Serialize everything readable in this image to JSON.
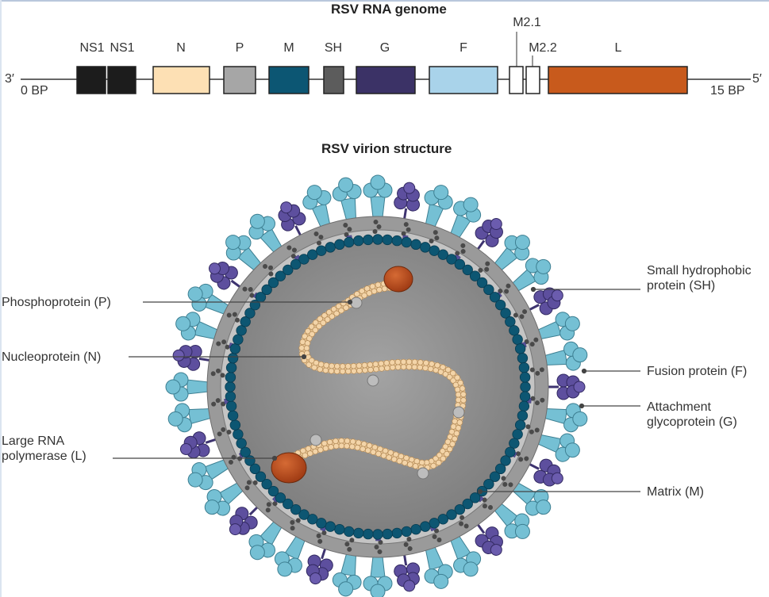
{
  "genome": {
    "title": "RSV RNA genome",
    "end_left": "3′",
    "end_right": "5′",
    "start_bp": "0 BP",
    "end_bp": "15 BP",
    "genes": [
      {
        "label": "NS1",
        "color": "#1c1c1c"
      },
      {
        "label": "NS1",
        "color": "#1c1c1c"
      },
      {
        "label": "N",
        "color": "#fde0b4"
      },
      {
        "label": "P",
        "color": "#a6a6a6"
      },
      {
        "label": "M",
        "color": "#0c5673"
      },
      {
        "label": "SH",
        "color": "#5c5c5c"
      },
      {
        "label": "G",
        "color": "#3b3266"
      },
      {
        "label": "F",
        "color": "#a9d3ea"
      },
      {
        "label": "M2.1",
        "color": "#ffffff"
      },
      {
        "label": "M2.2",
        "color": "#ffffff"
      },
      {
        "label": "L",
        "color": "#c85a1c"
      }
    ]
  },
  "virion": {
    "title": "RSV virion structure",
    "labels_left": [
      {
        "id": "phosphoprotein",
        "lines": [
          "Phosphoprotein (P)"
        ]
      },
      {
        "id": "nucleoprotein",
        "lines": [
          "Nucleoprotein (N)"
        ]
      },
      {
        "id": "polymerase",
        "lines": [
          "Large RNA",
          "polymerase (L)"
        ]
      }
    ],
    "labels_right": [
      {
        "id": "sh",
        "lines": [
          "Small hydrophobic",
          "protein (SH)"
        ]
      },
      {
        "id": "fusion",
        "lines": [
          "Fusion protein (F)"
        ]
      },
      {
        "id": "attachment",
        "lines": [
          "Attachment",
          "glycoprotein (G)"
        ]
      },
      {
        "id": "matrix",
        "lines": [
          "Matrix (M)"
        ]
      }
    ]
  },
  "colors": {
    "matrix": "#0d5672",
    "fusion": "#75c0d4",
    "attachment": "#5d4f9e",
    "envelope": "#9c9c9c",
    "interior": "#888888",
    "nucleocapsid": "#ecc89c",
    "polymerase": "#b9461a"
  }
}
